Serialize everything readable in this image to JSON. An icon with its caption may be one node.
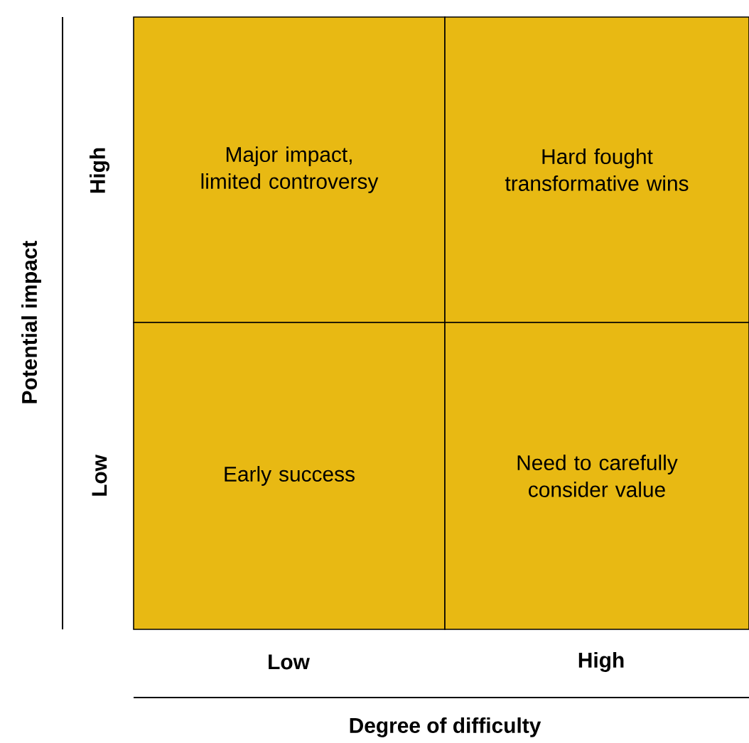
{
  "diagram": {
    "nodes": [
      {
        "text": [
          "Major impact, limited controversy"
        ]
      },
      {
        "text": [
          "Hard fought transformative wins"
        ]
      },
      {
        "text": [
          "Early success"
        ]
      },
      {
        "text": [
          "Need to carefully consider value"
        ]
      }
    ],
    "labels": [
      "Potential impact",
      "High",
      "Low",
      "Low",
      "High",
      "Degree of difficulty"
    ]
  }
}
